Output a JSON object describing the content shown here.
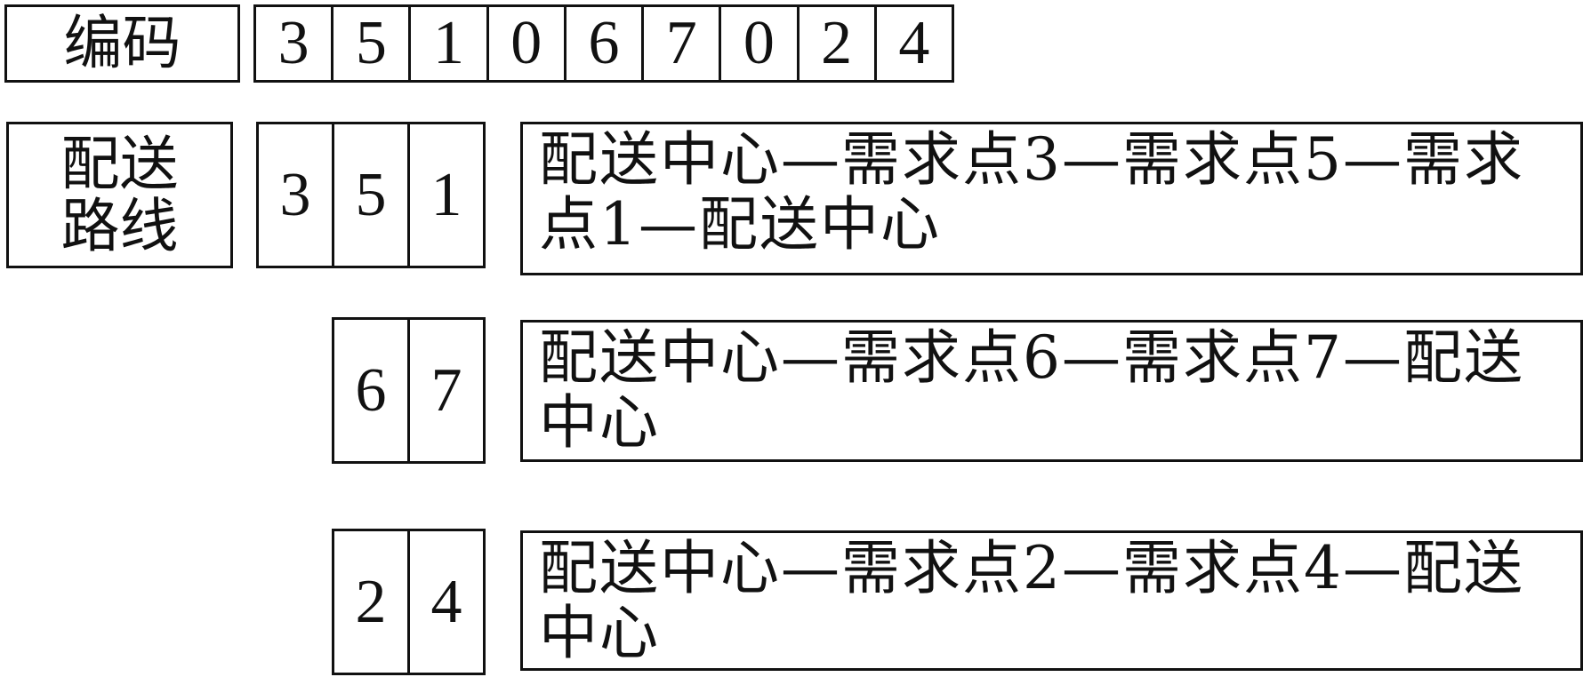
{
  "encoding": {
    "label": "编码",
    "digits": [
      "3",
      "5",
      "1",
      "0",
      "6",
      "7",
      "0",
      "2",
      "4"
    ]
  },
  "routes": {
    "label_line1": "配送",
    "label_line2": "路线",
    "items": [
      {
        "nodes": [
          "3",
          "5",
          "1"
        ],
        "path": "配送中心—需求点3—需求点5—需求点1—配送中心"
      },
      {
        "nodes": [
          "6",
          "7"
        ],
        "path": "配送中心—需求点6—需求点7—配送中心"
      },
      {
        "nodes": [
          "2",
          "4"
        ],
        "path": "配送中心—需求点2—需求点4—配送中心"
      }
    ]
  }
}
